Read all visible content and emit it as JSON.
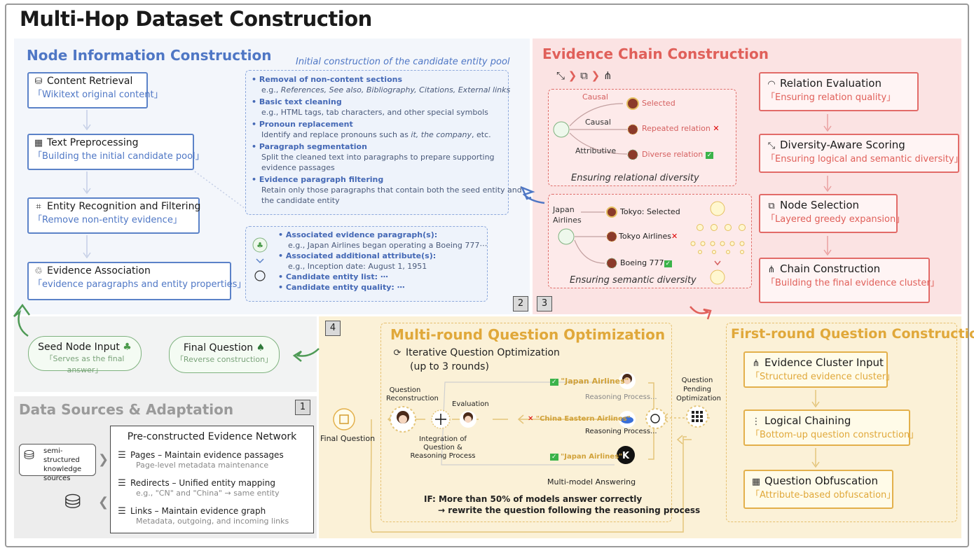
{
  "title": "Multi-Hop Dataset Construction",
  "node_section": {
    "title": "Node Information Construction",
    "pool_label": "Initial construction of the candidate entity pool",
    "steps": [
      {
        "title": "Content Retrieval",
        "sub": "「Wikitext original content」"
      },
      {
        "title": "Text Preprocessing",
        "sub": "「Building the initial candidate pool」"
      },
      {
        "title": "Entity Recognition and Filtering",
        "sub": "「Remove non-entity evidence」"
      },
      {
        "title": "Evidence Association",
        "sub": "「evidence paragraphs and entity properties」"
      }
    ],
    "preprocess_items": [
      {
        "head": "Removal of non-content sections",
        "d1": "e.g., ",
        "d2": "References, See also, Bibliography, Citations, External links"
      },
      {
        "head": "Basic text cleaning",
        "d1": "e.g., HTML tags, tab characters, and other special symbols"
      },
      {
        "head": "Pronoun replacement",
        "d1": "Identify and replace pronouns such as ",
        "d2": "it, the company",
        "d3": ", etc."
      },
      {
        "head": "Paragraph segmentation",
        "d1": "Split the cleaned text into paragraphs to prepare supporting",
        "d2": "evidence passages"
      },
      {
        "head": "Evidence paragraph filtering",
        "d1": "Retain only those paragraphs that contain both the seed entity and",
        "d2": "the candidate entity"
      }
    ],
    "assoc_items": [
      {
        "head": "Associated evidence paragraph(s):",
        "d1": "e.g., Japan Airlines began operating a Boeing 777⋯"
      },
      {
        "head": "Associated additional attribute(s):",
        "d1": "e.g., Inception date: August 1, 1951"
      },
      {
        "head": "Candidate entity list: ⋯"
      },
      {
        "head": "Candidate entity quality: ⋯"
      }
    ]
  },
  "evidence_section": {
    "title": "Evidence Chain Construction",
    "relational": {
      "caption": "Ensuring relational diversity",
      "edges": [
        "Causal",
        "Causal",
        "Attributive"
      ],
      "targets": [
        "Selected",
        "Repeated relation",
        "Diverse relation"
      ]
    },
    "semantic": {
      "caption": "Ensuring semantic diversity",
      "source": "Japan Airlines",
      "targets": [
        "Tokyo: Selected",
        "Tokyo Airlines",
        "Boeing 777"
      ]
    },
    "steps": [
      {
        "title": "Relation Evaluation",
        "sub": "「Ensuring relation quality」"
      },
      {
        "title": "Diversity-Aware Scoring",
        "sub": "「Ensuring logical and  semantic diversity」"
      },
      {
        "title": "Node Selection",
        "sub": "「Layered greedy expansion」"
      },
      {
        "title": "Chain Construction",
        "sub": "「Building the final evidence cluster」"
      }
    ]
  },
  "seed": {
    "seed_title": "Seed Node Input",
    "seed_sub": "「Serves as the final answer」",
    "final_title": "Final Question",
    "final_sub": "「Reverse construction」"
  },
  "data_section": {
    "title": "Data Sources & Adaptation",
    "source_label": "semi-structured knowledge sources",
    "network_title": "Pre-constructed Evidence Network",
    "items": [
      {
        "title": "Pages – Maintain evidence passages",
        "sub": "Page-level metadata maintenance"
      },
      {
        "title": "Redirects – Unified entity mapping",
        "sub": "e.g., \"CN\" and \"China\" → same entity"
      },
      {
        "title": "Links – Maintain evidence graph",
        "sub": "Metadata, outgoing, and incoming links"
      }
    ]
  },
  "multi_round": {
    "title": "Multi-round Question Optimization",
    "iter_line1": "Iterative Question Optimization",
    "iter_line2": "(up to 3 rounds)",
    "question_reconstruction": "Question Reconstruction",
    "evaluation": "Evaluation",
    "integration": "Integration of Question & Reasoning Process",
    "final_question": "Final Question",
    "answers": [
      {
        "label": "\"Japan Airlines\"",
        "correct": true
      },
      {
        "label": "\"China Eastern Airlines\"",
        "correct": false
      },
      {
        "label": "\"Japan Airlines\"",
        "correct": true
      }
    ],
    "reasoning": "Reasoning Process...",
    "multi_model": "Multi-model Answering",
    "pending": "Question Pending Optimization",
    "if_line1": "IF: More than 50% of models answer correctly",
    "if_line2": "→ rewrite the question following the reasoning process"
  },
  "first_round": {
    "title": "First-round Question Construction",
    "steps": [
      {
        "title": "Evidence Cluster Input",
        "sub": "「Structured evidence cluster」"
      },
      {
        "title": "Logical Chaining",
        "sub": "「Bottom-up question construction」"
      },
      {
        "title": "Question Obfuscation",
        "sub": "「Attribute-based obfuscation」"
      }
    ]
  },
  "step_numbers": [
    "1",
    "2",
    "3",
    "4"
  ]
}
